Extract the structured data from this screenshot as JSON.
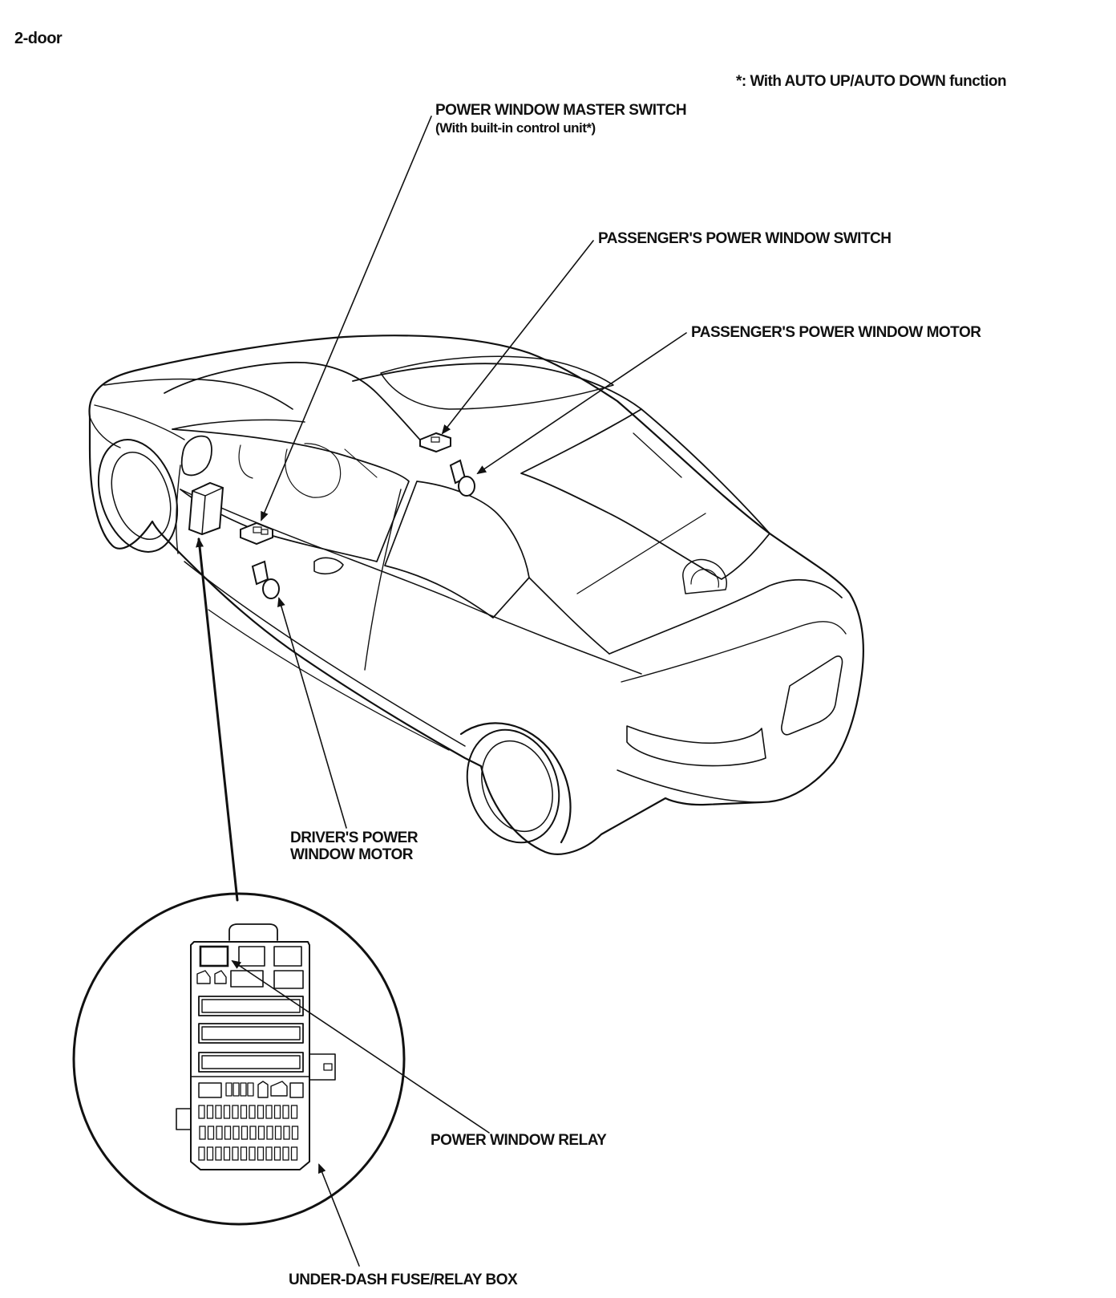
{
  "page": {
    "title": "2-door",
    "footnote": "*: With AUTO UP/AUTO DOWN function"
  },
  "labels": {
    "master_switch": "POWER WINDOW MASTER SWITCH",
    "master_switch_note": "(With built-in control unit*)",
    "passenger_switch": "PASSENGER'S POWER WINDOW SWITCH",
    "passenger_motor": "PASSENGER'S POWER WINDOW MOTOR",
    "driver_motor_line1": "DRIVER'S POWER",
    "driver_motor_line2": "WINDOW MOTOR",
    "relay": "POWER WINDOW RELAY",
    "fuse_box": "UNDER-DASH FUSE/RELAY BOX"
  },
  "colors": {
    "ink": "#111111",
    "paper": "#ffffff"
  }
}
